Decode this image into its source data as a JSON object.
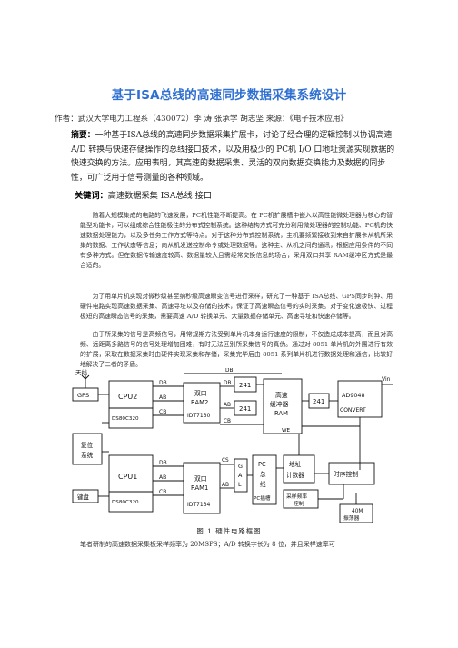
{
  "title": "基于ISA总线的高速同步数据采集系统设计",
  "author_line": "作者：武汉大学电力工程系（430072）李 涛  张承学  胡志坚    来源：《电子技术应用》",
  "abstract": {
    "label": "摘要：",
    "text": "一种基于ISA总线的高速同步数据采集扩展卡，讨论了经合理的逻辑控制以协调高速 A/D 转换与快速存储操作的总线接口技术，以及用极少的 PC机 I/O 口地址资源实现数据的快速交换的方法。应用表明，其高速的数据采集、灵活的双向数据交换能力及数据的同步性，可广泛用于信号测量的各种领域。"
  },
  "keywords": {
    "label": "关键词：",
    "text": "高速数据采集 ISA总线 接口"
  },
  "body": [
    "随着大规模集成的电路的飞速发展，PC机性能不断提高。在 PC机扩展槽中嵌入以高性能微处理器为核心的智能型功能卡，可以组成综合性能极佳的分布式控制系统。这种结构方式可充分利用微处理器的控制功能、PC机的快速数据处理能力，以及多任务工作方式等特点。对于这种分布式控制系统，主机要频繁接收到来自扩展卡从机所采集的数据、工作状态等信息；向从机发送控制命令或处理数据等。这种主、从机之间的通讯，根据应用条件的不同有多种方式。但在数据传输速度较高、数据量较大且需经常交换信息的场合，采用双口共享 RAM缓冲区方式是最合适的。",
    "为了用单片机实现对微秒级甚至纳秒级高速瞬变信号进行采样，研究了一种基于 ISA总线、GPS同步时钟、用硬件电路实现高速数据采集、高速寻址以及存储的技术，保证了高速瞬态信号的实时采集。对于变化速极快、过程极短的高速瞬态信号的采集，需要高速 A/D 转换单元、大量数据存储单元、高速寻址和快速存储等。",
    "由于所采集的信号是高频信号，用常规期方法受到单片机本身运行速度的限制，不仅造成成本提高，而且对高频、远距离多路信号的信号处理增加困难，有时无法区别所采集信号的真伪。通过对 8051 单片机的外围进行有效的扩展，采取在数据采集时由硬件实现采集和存储，采集完毕后由 8051 系列单片机进行数据处理和通信，比较好地解决了二者的矛盾。"
  ],
  "diagram": {
    "labels": {
      "tianxian": "天线",
      "gps": "GPS",
      "cpu2": "CPU2",
      "ds2": "DS80C320",
      "db": "DB",
      "ab": "AB",
      "cb": "CB",
      "ram2_a": "双口",
      "ram2_b": "RAM2",
      "idt7130": "IDT7130",
      "chip241": "241",
      "hs_a": "高速",
      "hs_b": "缓冲器",
      "hs_c": "RAM",
      "we": "WE",
      "vin": "Vin",
      "ad": "AD9048",
      "convert": "CONVERT",
      "fuwei_a": "复位",
      "fuwei_b": "系统",
      "cpu1": "CPU1",
      "ds1": "DS80C320",
      "jianpan": "键盘",
      "cs": "CS",
      "ram1_a": "双口",
      "ram1_b": "RAM1",
      "idt7134": "IDT7134",
      "gal_g": "G",
      "gal_a": "A",
      "gal_l": "L",
      "pc_a": "PC",
      "pc_b": "总",
      "pc_c": "线",
      "pc_d": "PC插槽",
      "addr_a": "地址",
      "addr_b": "计数器",
      "timing": "时序控制",
      "cai_a": "采样频率",
      "cai_b": "控制",
      "crystal_a": "40M",
      "crystal_b": "振荡器"
    }
  },
  "caption": "图 1    硬件电路框图",
  "bottom_text": "笔者研制的高速数据采集板采样频率为 20MSPS；A/D 转换字长为 8 位，并且采样速率可"
}
